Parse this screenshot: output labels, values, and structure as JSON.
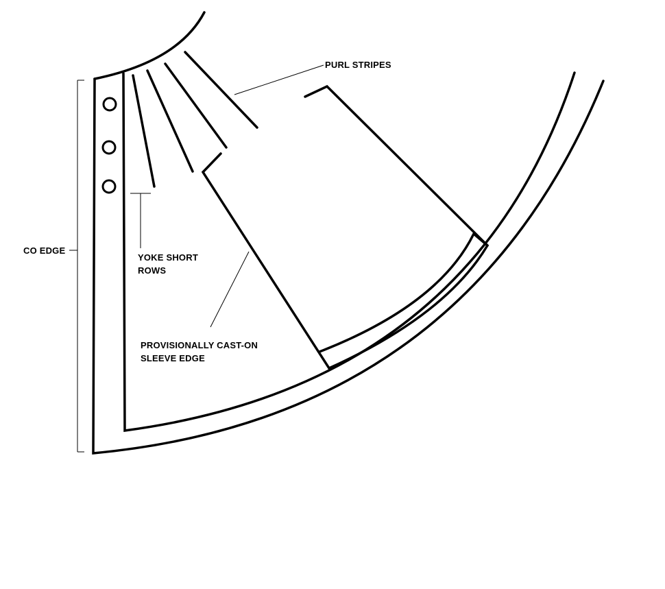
{
  "diagram": {
    "labels": {
      "purl_stripes": "PURL STRIPES",
      "co_edge": "CO EDGE",
      "yoke_short_rows": [
        "YOKE SHORT",
        "ROWS"
      ],
      "sleeve_edge": [
        "PROVISIONALLY CAST-ON",
        "SLEEVE EDGE"
      ]
    },
    "buttonhole_count": 3,
    "purl_stripe_count": 4,
    "colors": {
      "line": "#000000",
      "background": "#ffffff"
    }
  }
}
